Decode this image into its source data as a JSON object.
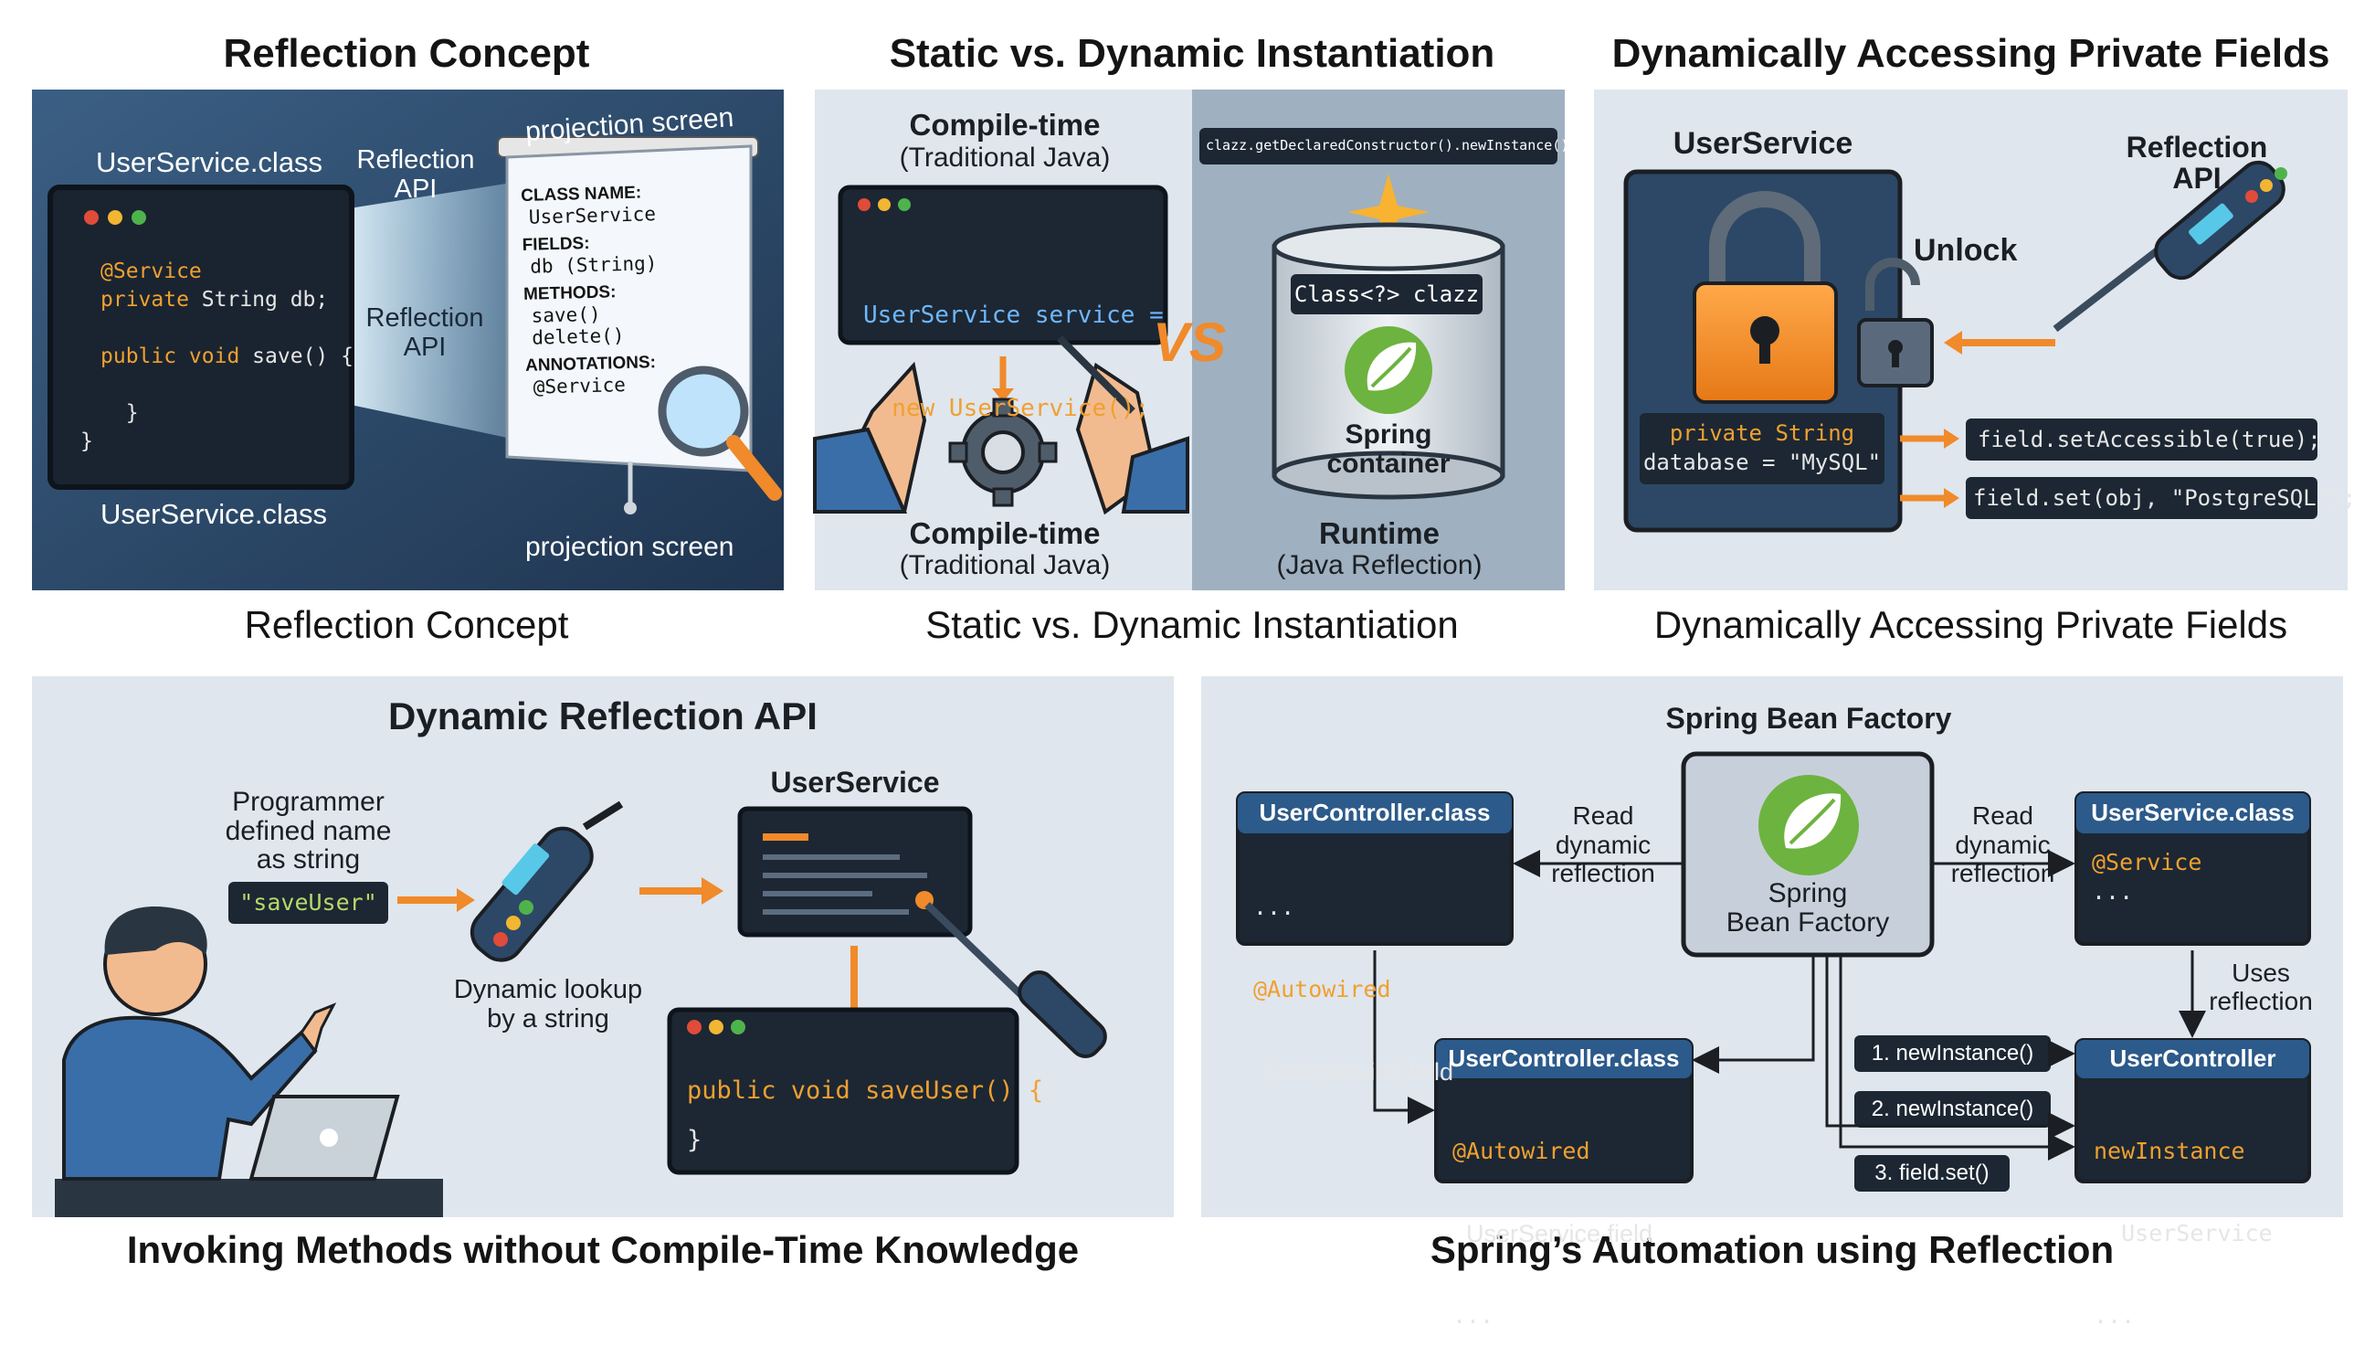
{
  "colors": {
    "orange": "#f08a2a",
    "codeBg": "#1c2733",
    "panelLight": "#dfe6ee",
    "panelDark": "#2c4866",
    "spring": "#6db33f",
    "keyword": "#f0a030",
    "string": "#b8d86a"
  },
  "p1": {
    "title": "Reflection Concept",
    "caption": "Reflection Concept",
    "class_top": "UserService.class",
    "class_bottom": "UserService.class",
    "api_top": "Reflection\nAPI",
    "api_mid": "Reflection\nAPI",
    "screen_top": "projection screen",
    "screen_bottom": "projection screen",
    "code": [
      {
        "k": "@Service",
        "t": ""
      },
      {
        "k": "private",
        "t": " String db;"
      },
      {
        "k": "",
        "t": ""
      },
      {
        "k": "public void",
        "t": " save() {"
      },
      {
        "k": "",
        "t": ""
      },
      {
        "k": "",
        "t": "  }"
      },
      {
        "k": "",
        "t": "}"
      }
    ],
    "screen": [
      "CLASS NAME:",
      "UserService",
      "FIELDS:",
      "db (String)",
      "METHODS:",
      "save()",
      "delete()",
      "ANNOTATIONS:",
      "@Service"
    ]
  },
  "p2": {
    "title": "Static vs. Dynamic Instantiation",
    "caption": "Static vs. Dynamic Instantiation",
    "left_head": "Compile-time",
    "left_sub": "(Traditional Java)",
    "left_code1": "UserService service =",
    "left_code2": "  new UserService();",
    "left_foot": "Compile-time",
    "left_foot_sub": "(Traditional Java)",
    "vs": "VS",
    "right_code": "clazz.getDeclaredConstructor().newInstance();",
    "clazz": "Class<?> clazz",
    "container": "Spring\ncontainer",
    "right_foot": "Runtime",
    "right_foot_sub": "(Java Reflection)"
  },
  "p3": {
    "title": "Dynamically Accessing Private Fields",
    "caption": "Dynamically Accessing Private Fields",
    "box": "UserService",
    "api": "Reflection\nAPI",
    "unlock": "Unlock",
    "field1": "private String",
    "field2": "database = \"MySQL\"",
    "call1": "field.setAccessible(true);",
    "call2": "field.set(obj, \"PostgreSQL\");"
  },
  "p4": {
    "title": "Dynamic Reflection API",
    "caption": "Invoking Methods without Compile-Time Knowledge",
    "prog": "Programmer\ndefined name\nas string",
    "str": "\"saveUser\"",
    "lookup": "Dynamic lookup\nby a string",
    "box": "UserService",
    "code": "public void saveUser() {",
    "close": "}"
  },
  "p5": {
    "title": "Spring Bean Factory",
    "caption": "Spring’s Automation using Reflection",
    "factory": "Spring\nBean Factory",
    "read_left": "Read\ndynamic\nreflection",
    "read_right": "Read\ndynamic\nreflection",
    "uc_head": "UserController.class",
    "uc_l1": "...",
    "uc_l2": "@Autowired",
    "uc_l3": "  UserService field",
    "us_head": "UserService.class",
    "us_l1": "@Service",
    "us_l2": "...",
    "uses": "Uses\nreflection",
    "uc2_head": "UserController.class",
    "uc2_l1": "@Autowired",
    "uc2_l2": "  UserService field",
    "uc2_l3": "...",
    "step1": "1. newInstance()",
    "step2": "2. newInstance()",
    "step3": "3. field.set()",
    "ctl_head": "UserController",
    "ctl_l1": "newInstance",
    "ctl_l2": "  UserService",
    "ctl_l3": "..."
  }
}
